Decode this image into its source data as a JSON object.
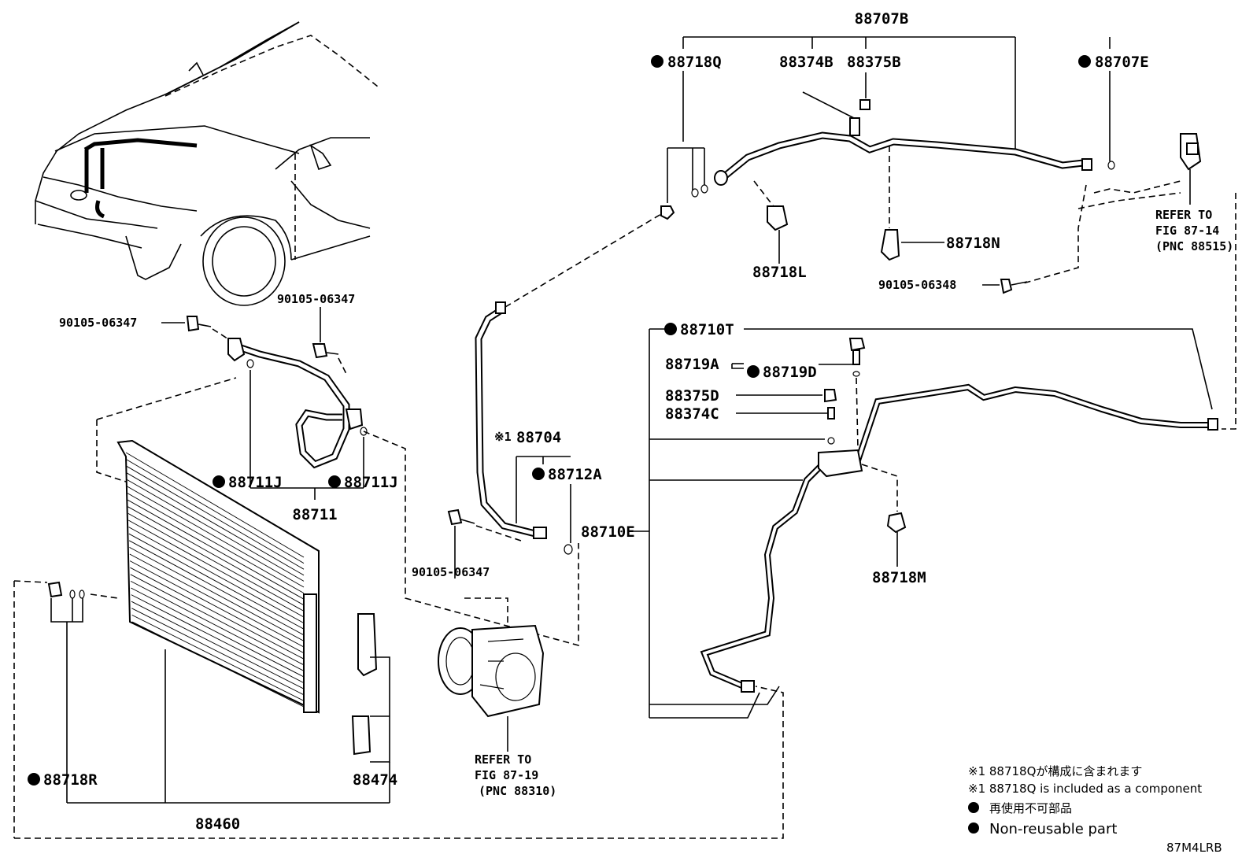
{
  "diagram_id": "87M4LRB",
  "part_labels": {
    "p88707B": "88707B",
    "p88718Q": "88718Q",
    "p88374B": "88374B",
    "p88375B": "88375B",
    "p88707E": "88707E",
    "refer1_a": "REFER TO",
    "refer1_b": "FIG 87-14",
    "refer1_c": "(PNC 88515)",
    "p88718N": "88718N",
    "p88718L": "88718L",
    "p90105_06348": "90105-06348",
    "p90105_06347_a": "90105-06347",
    "p90105_06347_b": "90105-06347",
    "p90105_06347_c": "90105-06347",
    "p88711J_a": "88711J",
    "p88711J_b": "88711J",
    "p88711": "88711",
    "p88704": "88704",
    "p88704_mark": "※1",
    "p88712A": "88712A",
    "p88710T": "88710T",
    "p88719A": "88719A",
    "p88719D": "88719D",
    "p88375D": "88375D",
    "p88374C": "88374C",
    "p88710E": "88710E",
    "p88718M": "88718M",
    "refer2_a": "REFER TO",
    "refer2_b": "FIG 87-19",
    "refer2_c": "(PNC 88310)",
    "p88718R": "88718R",
    "p88474": "88474",
    "p88460": "88460"
  },
  "notes": {
    "jp_component": "※1 88718Qが構成に含まれます",
    "en_component": "※1 88718Q is included as a component",
    "jp_nonreusable": "再使用不可部品",
    "en_nonreusable": "Non-reusable part"
  }
}
